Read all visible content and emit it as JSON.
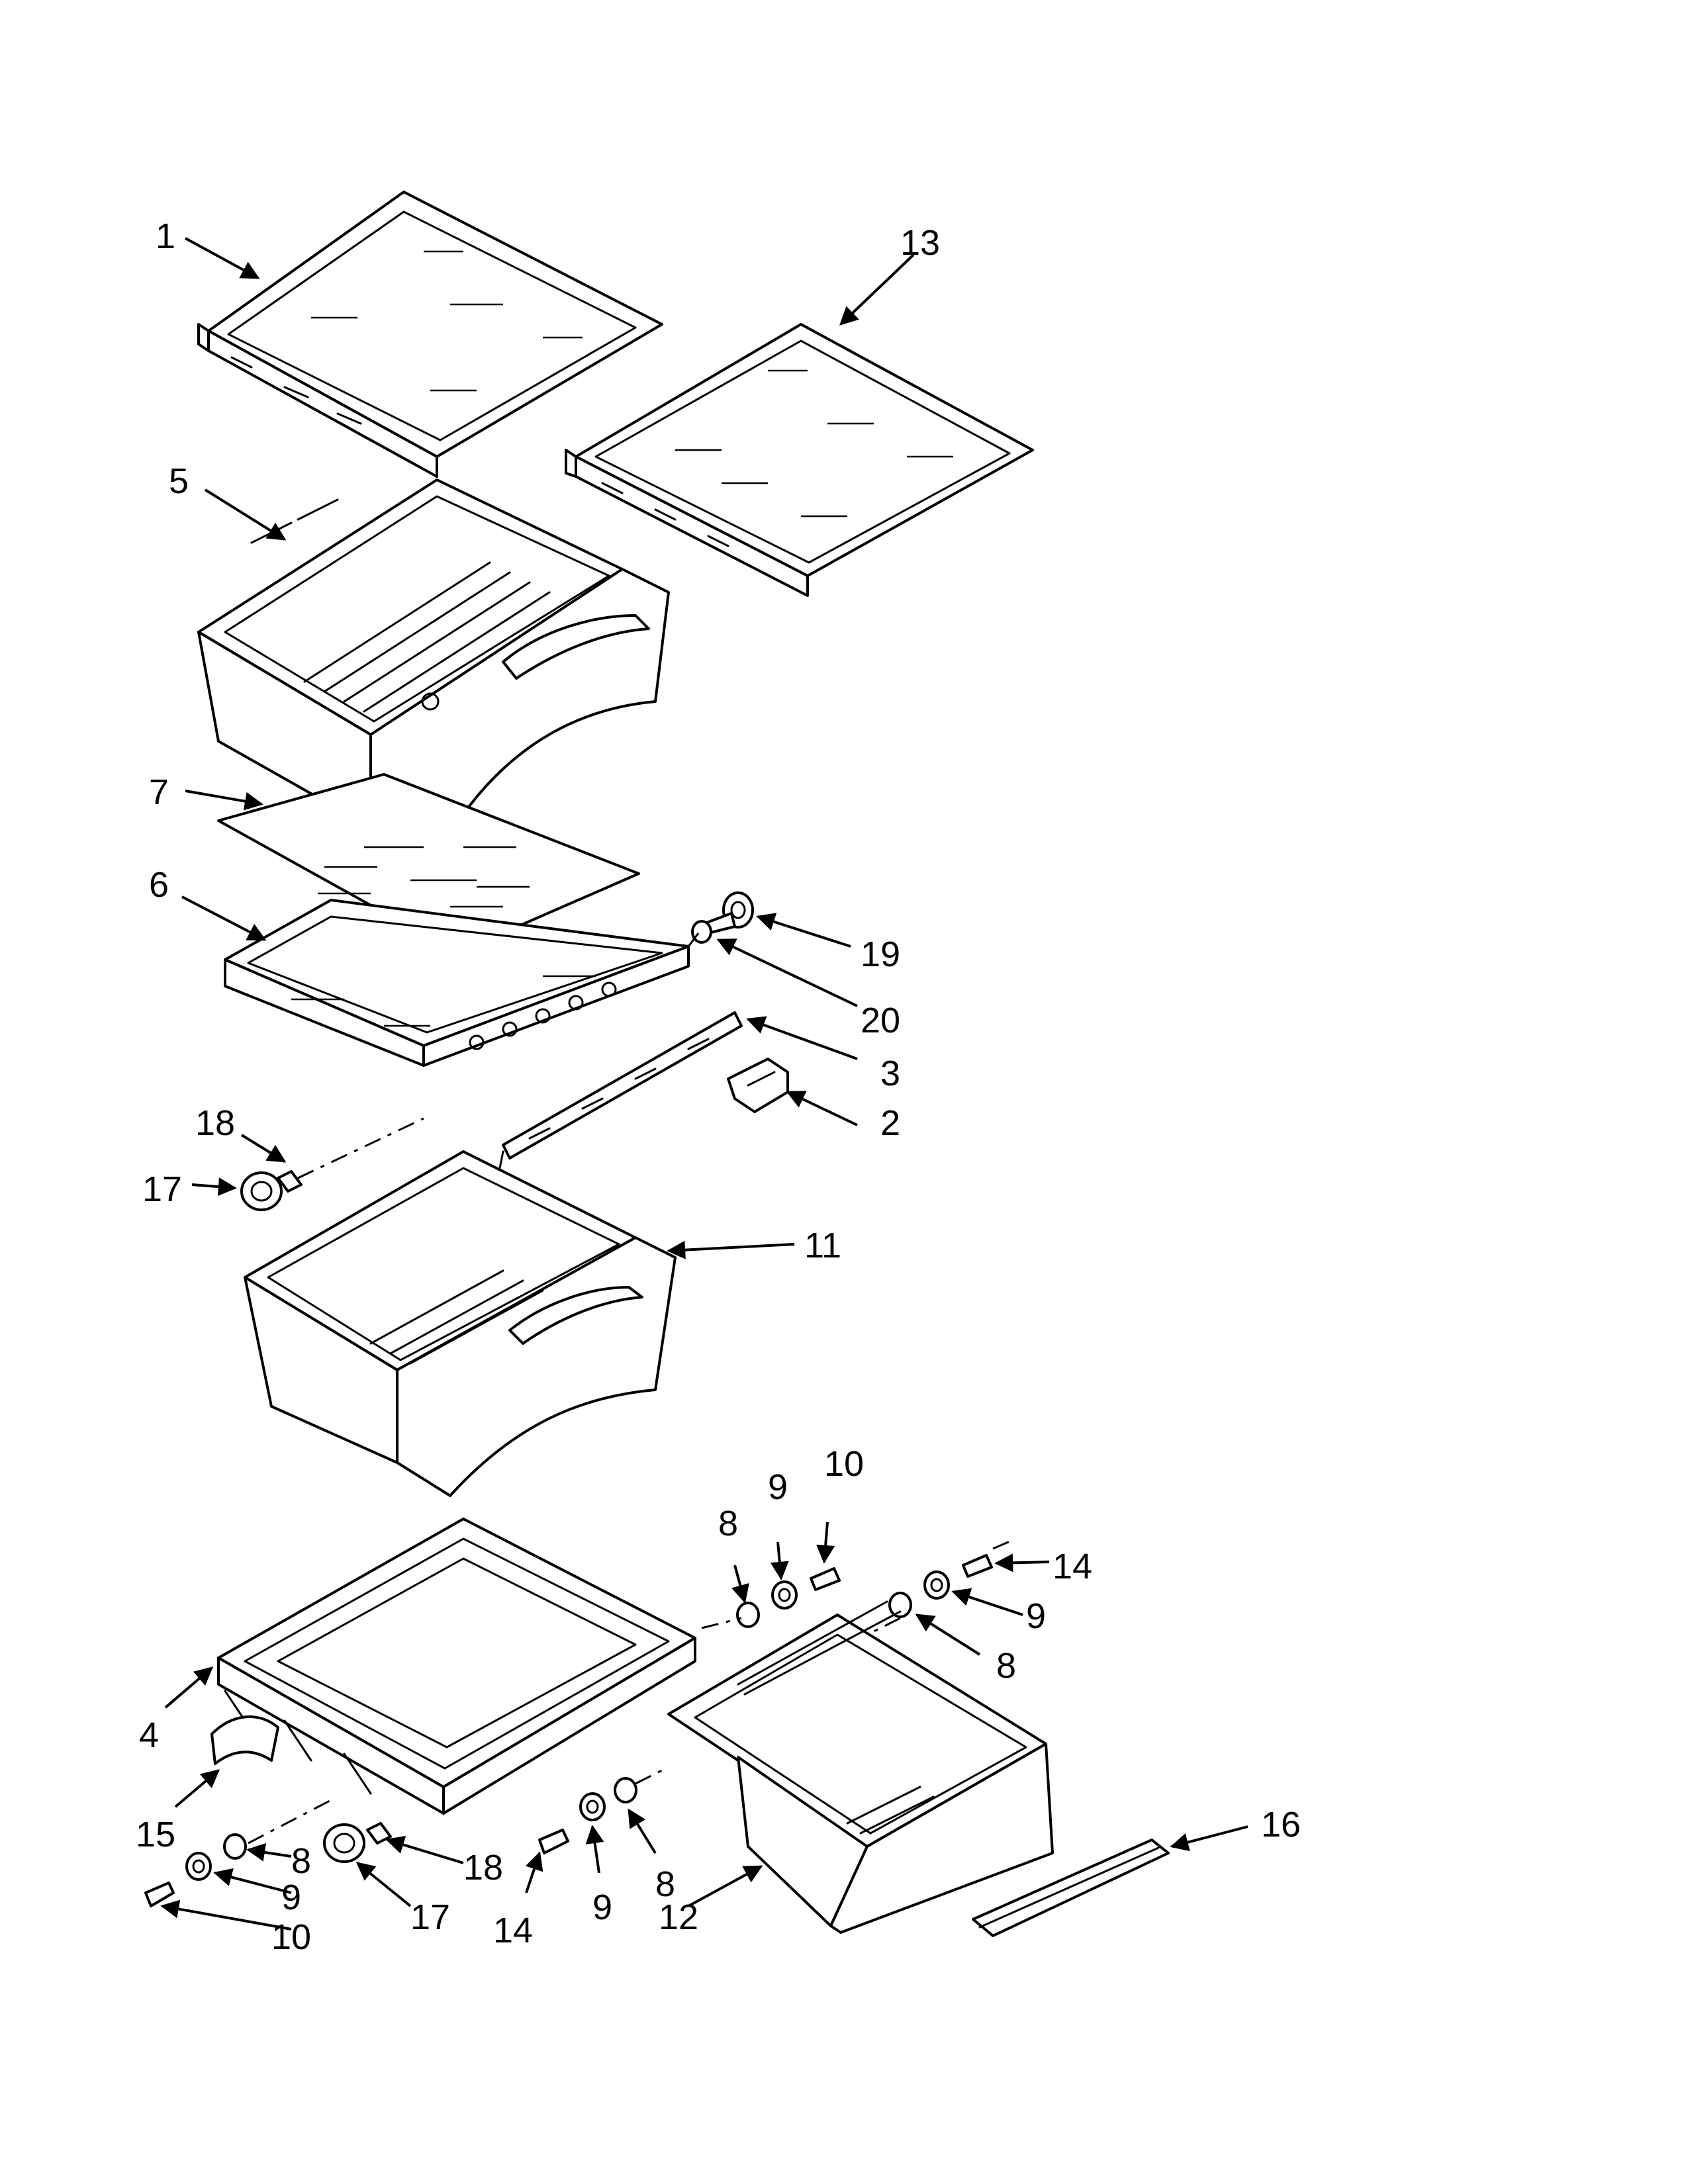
{
  "colors": {
    "ink": "#000000",
    "paper": "#ffffff"
  },
  "callouts": [
    {
      "id": "c1",
      "label": "1"
    },
    {
      "id": "c13",
      "label": "13"
    },
    {
      "id": "c5",
      "label": "5"
    },
    {
      "id": "c7",
      "label": "7"
    },
    {
      "id": "c6",
      "label": "6"
    },
    {
      "id": "c19",
      "label": "19"
    },
    {
      "id": "c20",
      "label": "20"
    },
    {
      "id": "c3",
      "label": "3"
    },
    {
      "id": "c2",
      "label": "2"
    },
    {
      "id": "c18a",
      "label": "18"
    },
    {
      "id": "c17a",
      "label": "17"
    },
    {
      "id": "c11",
      "label": "11"
    },
    {
      "id": "c10a",
      "label": "10"
    },
    {
      "id": "c9a",
      "label": "9"
    },
    {
      "id": "c8a",
      "label": "8"
    },
    {
      "id": "c14a",
      "label": "14"
    },
    {
      "id": "c9b",
      "label": "9"
    },
    {
      "id": "c8b",
      "label": "8"
    },
    {
      "id": "c4",
      "label": "4"
    },
    {
      "id": "c15",
      "label": "15"
    },
    {
      "id": "c8c",
      "label": "8"
    },
    {
      "id": "c9c",
      "label": "9"
    },
    {
      "id": "c10b",
      "label": "10"
    },
    {
      "id": "c18b",
      "label": "18"
    },
    {
      "id": "c17b",
      "label": "17"
    },
    {
      "id": "c14b",
      "label": "14"
    },
    {
      "id": "c9d",
      "label": "9"
    },
    {
      "id": "c8d",
      "label": "8"
    },
    {
      "id": "c12",
      "label": "12"
    },
    {
      "id": "c16",
      "label": "16"
    }
  ]
}
